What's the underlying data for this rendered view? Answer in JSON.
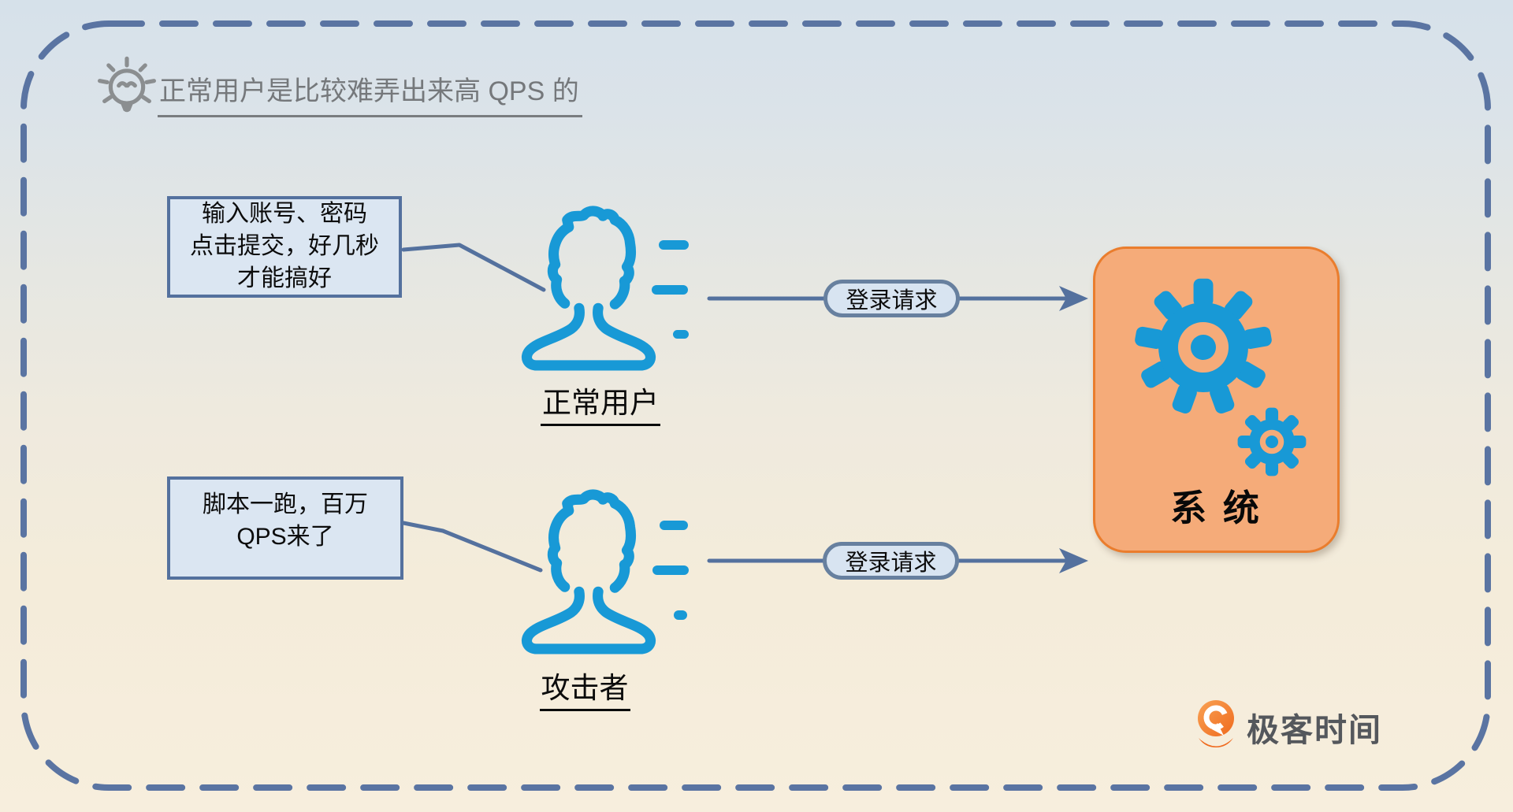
{
  "header": {
    "title": "正常用户是比较难弄出来高 QPS 的"
  },
  "rows": [
    {
      "callout_lines": [
        "输入账号、密码",
        "点击提交，好几秒",
        "才能搞好"
      ],
      "actor": "正常用户",
      "request_label": "登录请求"
    },
    {
      "callout_lines": [
        "脚本一跑，百万",
        "QPS来了"
      ],
      "actor": "攻击者",
      "request_label": "登录请求"
    }
  ],
  "system": {
    "label": "系 统"
  },
  "footer": {
    "brand": "极客时间"
  },
  "icons": {
    "header": "lightbulb-icon",
    "actors": "user-icon",
    "system": "gear-icon",
    "motion": "speed-dashes",
    "flow": "arrow-right",
    "brand": "geektime-logo"
  },
  "colors": {
    "accent_blue": "#1899d6",
    "line_blue": "#54719e",
    "callout_fill": "#dbe6f2",
    "callout_border": "#54719e",
    "pill_fill": "#d8e4f1",
    "pill_border": "#67809f",
    "system_fill": "#f5ab79",
    "system_border": "#ea7d2d",
    "title_gray": "#75787b",
    "brand_orange": "#ef6a1e",
    "brand_text": "#54575c"
  }
}
